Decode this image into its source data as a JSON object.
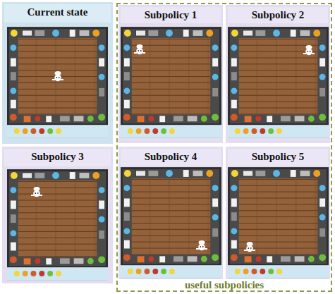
{
  "diagram": {
    "nodes": [
      {
        "text": [
          "Current state"
        ]
      },
      {
        "text": [
          "useful subpolicies"
        ]
      },
      {
        "text": [
          "Subpolicy 1"
        ],
        "in": 1
      },
      {
        "text": [
          "Subpolicy 2"
        ],
        "in": 1
      },
      {
        "text": [
          "Subpolicy 3"
        ]
      },
      {
        "text": [
          "Subpolicy 4"
        ],
        "in": 1
      },
      {
        "text": [
          "Subpolicy 5"
        ],
        "in": 1
      }
    ]
  }
}
